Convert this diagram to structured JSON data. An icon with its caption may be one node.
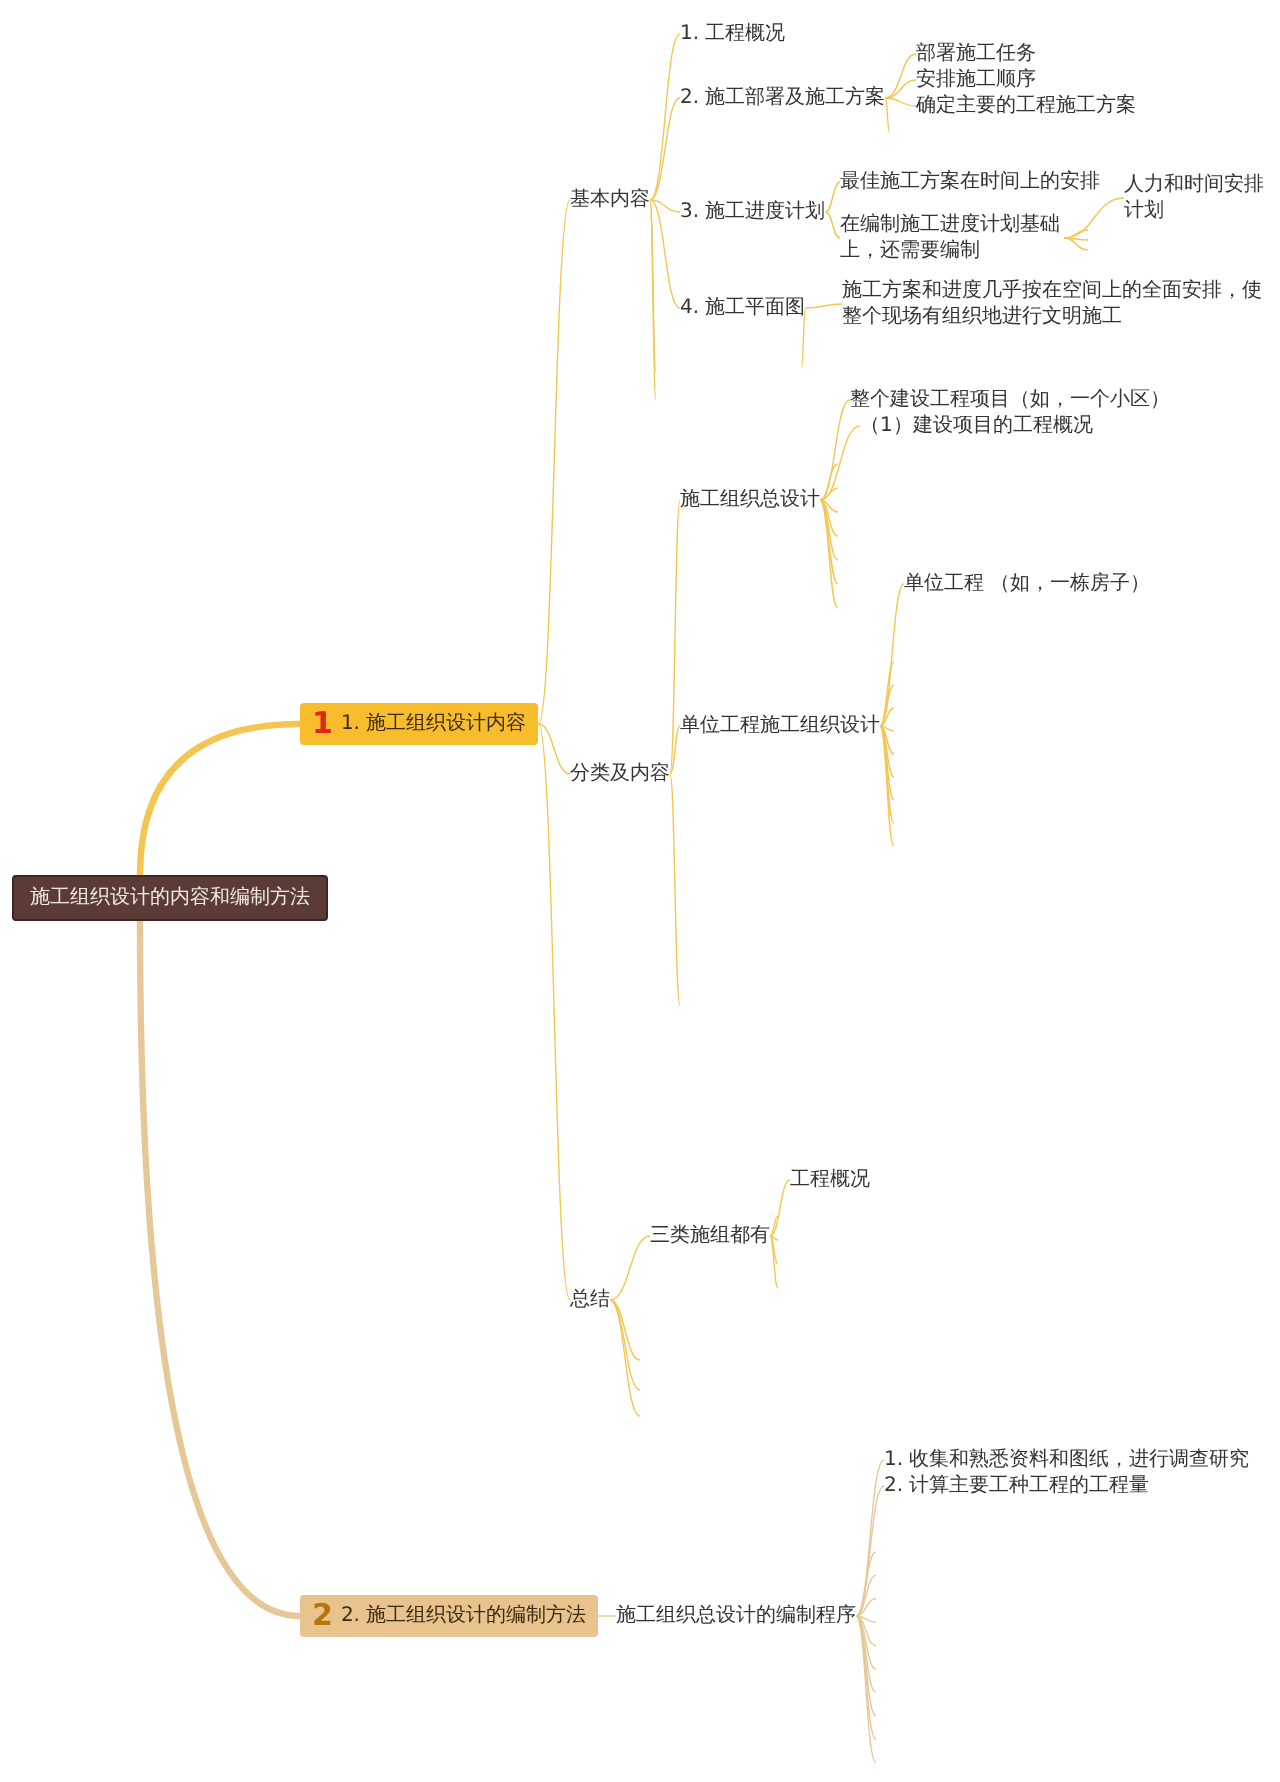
{
  "diagram": {
    "nodes": [
      {
        "text": [
          "施工组织设计的内容和编制方法"
        ]
      },
      {
        "text": [
          "1",
          "1. 施工组织设计内容"
        ]
      },
      {
        "text": [
          "2",
          "2. 施工组织设计的编制方法"
        ]
      },
      {
        "text": [
          "基本内容"
        ]
      },
      {
        "text": [
          "1. 工程概况"
        ]
      },
      {
        "text": [
          "2. 施工部署及施工方案"
        ]
      },
      {
        "text": [
          "部署施工任务"
        ]
      },
      {
        "text": [
          "安排施工顺序"
        ]
      },
      {
        "text": [
          "确定主要的工程施工方案"
        ]
      },
      {
        "text": [
          "3. 施工进度计划"
        ]
      },
      {
        "text": [
          "最佳施工方案在时间上的安排"
        ]
      },
      {
        "text": [
          "在编制施工进度计划基础上，还需要编制"
        ]
      },
      {
        "text": [
          "人力和时间安排计划"
        ]
      },
      {
        "text": [
          "4. 施工平面图"
        ]
      },
      {
        "text": [
          "施工方案和进度几乎按在空间上的全面安排，使整个现场有组织地进行文明施工"
        ]
      },
      {
        "text": [
          "分类及内容"
        ]
      },
      {
        "text": [
          "施工组织总设计"
        ]
      },
      {
        "text": [
          "整个建设工程项目（如，一个小区）"
        ]
      },
      {
        "text": [
          "（1）建设项目的工程概况"
        ]
      },
      {
        "text": [
          "单位工程施工组织设计"
        ]
      },
      {
        "text": [
          "单位工程 （如，一栋房子）"
        ]
      },
      {
        "text": [
          "总结"
        ]
      },
      {
        "text": [
          "三类施组都有"
        ]
      },
      {
        "text": [
          "工程概况"
        ]
      },
      {
        "text": [
          "施工组织总设计的编制程序"
        ]
      },
      {
        "text": [
          "1. 收集和熟悉资料和图纸，进行调查研究"
        ]
      },
      {
        "text": [
          "2. 计算主要工种工程的工程量"
        ]
      }
    ],
    "edges": [
      {
        "from": 0,
        "to": 1,
        "arrow": "none",
        "style": "thick"
      },
      {
        "from": 0,
        "to": 2,
        "arrow": "none",
        "style": "thick",
        "color": "#e6c898"
      },
      {
        "from": 1,
        "to": 3,
        "arrow": "none"
      },
      {
        "from": 1,
        "to": 15,
        "arrow": "none"
      },
      {
        "from": 1,
        "to": 21,
        "arrow": "none"
      },
      {
        "from": 3,
        "to": 4,
        "arrow": "none"
      },
      {
        "from": 3,
        "to": 5,
        "arrow": "none"
      },
      {
        "from": 3,
        "to": 9,
        "arrow": "none"
      },
      {
        "from": 3,
        "to": 13,
        "arrow": "none"
      },
      {
        "from": 3,
        "to": null,
        "arrow": "none"
      },
      {
        "from": 3,
        "to": null,
        "arrow": "none"
      },
      {
        "from": 5,
        "to": 6,
        "arrow": "none"
      },
      {
        "from": 5,
        "to": 7,
        "arrow": "none"
      },
      {
        "from": 5,
        "to": 8,
        "arrow": "none"
      },
      {
        "from": 5,
        "to": null,
        "arrow": "none"
      },
      {
        "from": 9,
        "to": 10,
        "arrow": "none"
      },
      {
        "from": 9,
        "to": 11,
        "arrow": "none"
      },
      {
        "from": 11,
        "to": 12,
        "arrow": "none"
      },
      {
        "from": 11,
        "to": null,
        "arrow": "none"
      },
      {
        "from": 11,
        "to": null,
        "arrow": "none"
      },
      {
        "from": 11,
        "to": null,
        "arrow": "none"
      },
      {
        "from": 13,
        "to": 14,
        "arrow": "none"
      },
      {
        "from": 13,
        "to": null,
        "arrow": "none"
      },
      {
        "from": 15,
        "to": 16,
        "arrow": "none"
      },
      {
        "from": 15,
        "to": 19,
        "arrow": "none"
      },
      {
        "from": 15,
        "to": null,
        "arrow": "none"
      },
      {
        "from": 16,
        "to": 17,
        "arrow": "none"
      },
      {
        "from": 16,
        "to": 18,
        "arrow": "none"
      },
      {
        "from": 16,
        "to": null,
        "arrow": "none"
      },
      {
        "from": 16,
        "to": null,
        "arrow": "none"
      },
      {
        "from": 16,
        "to": null,
        "arrow": "none"
      },
      {
        "from": 16,
        "to": null,
        "arrow": "none"
      },
      {
        "from": 16,
        "to": null,
        "arrow": "none"
      },
      {
        "from": 16,
        "to": null,
        "arrow": "none"
      },
      {
        "from": 16,
        "to": null,
        "arrow": "none"
      },
      {
        "from": 19,
        "to": 20,
        "arrow": "none"
      },
      {
        "from": 19,
        "to": null,
        "arrow": "none"
      },
      {
        "from": 19,
        "to": null,
        "arrow": "none"
      },
      {
        "from": 19,
        "to": null,
        "arrow": "none"
      },
      {
        "from": 19,
        "to": null,
        "arrow": "none"
      },
      {
        "from": 19,
        "to": null,
        "arrow": "none"
      },
      {
        "from": 19,
        "to": null,
        "arrow": "none"
      },
      {
        "from": 19,
        "to": null,
        "arrow": "none"
      },
      {
        "from": 19,
        "to": null,
        "arrow": "none"
      },
      {
        "from": 19,
        "to": null,
        "arrow": "none"
      },
      {
        "from": 21,
        "to": 22,
        "arrow": "none"
      },
      {
        "from": 21,
        "to": null,
        "arrow": "none"
      },
      {
        "from": 21,
        "to": null,
        "arrow": "none"
      },
      {
        "from": 21,
        "to": null,
        "arrow": "none"
      },
      {
        "from": 22,
        "to": 23,
        "arrow": "none"
      },
      {
        "from": 22,
        "to": null,
        "arrow": "none"
      },
      {
        "from": 22,
        "to": null,
        "arrow": "none"
      },
      {
        "from": 22,
        "to": null,
        "arrow": "none"
      },
      {
        "from": 22,
        "to": null,
        "arrow": "none"
      },
      {
        "from": 2,
        "to": 24,
        "arrow": "none",
        "color": "#e6c898"
      },
      {
        "from": 24,
        "to": 25,
        "arrow": "none",
        "color": "#e6c898"
      },
      {
        "from": 24,
        "to": 26,
        "arrow": "none",
        "color": "#e6c898"
      },
      {
        "from": 24,
        "to": null,
        "arrow": "none",
        "color": "#e6c898"
      },
      {
        "from": 24,
        "to": null,
        "arrow": "none",
        "color": "#e6c898"
      },
      {
        "from": 24,
        "to": null,
        "arrow": "none",
        "color": "#e6c898"
      },
      {
        "from": 24,
        "to": null,
        "arrow": "none",
        "color": "#e6c898"
      },
      {
        "from": 24,
        "to": null,
        "arrow": "none",
        "color": "#e6c898"
      },
      {
        "from": 24,
        "to": null,
        "arrow": "none",
        "color": "#e6c898"
      },
      {
        "from": 24,
        "to": null,
        "arrow": "none",
        "color": "#e6c898"
      },
      {
        "from": 24,
        "to": null,
        "arrow": "none",
        "color": "#e6c898"
      },
      {
        "from": 24,
        "to": null,
        "arrow": "none",
        "color": "#e6c898"
      },
      {
        "from": 24,
        "to": null,
        "arrow": "none",
        "color": "#e6c898"
      }
    ]
  }
}
